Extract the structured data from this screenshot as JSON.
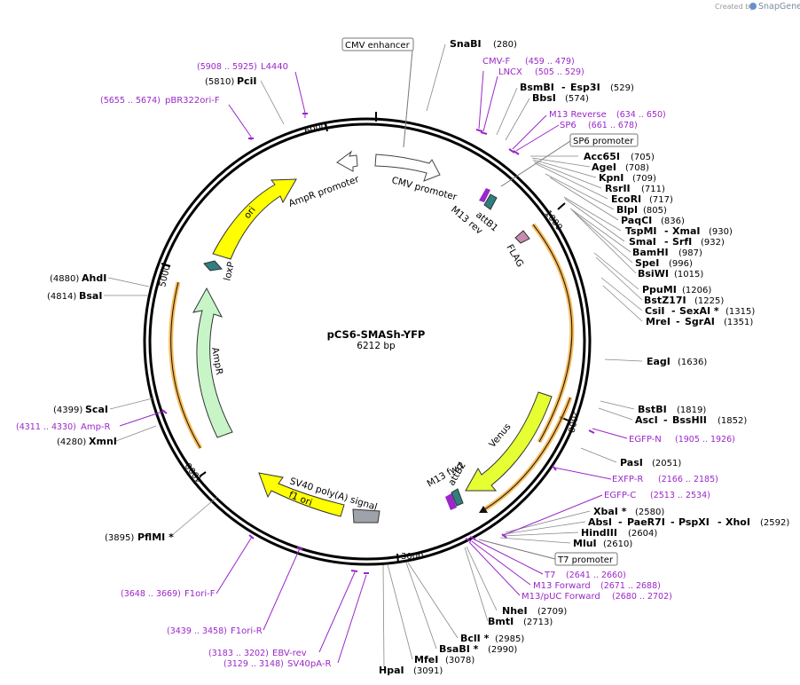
{
  "credit": {
    "prefix": "Created by",
    "brand": "SnapGene"
  },
  "plasmid": {
    "name": "pCS6-SMASh-YFP",
    "size": "6212 bp"
  },
  "ticks": [
    "1000",
    "2000",
    "3000",
    "4000",
    "5000",
    "6000"
  ],
  "boxed_labels": [
    "CMV enhancer",
    "SP6 promoter",
    "T7 promoter"
  ],
  "features": {
    "cmv_promoter": "CMV promoter",
    "ampr_promoter": "AmpR promoter",
    "ori": "ori",
    "loxp": "loxP",
    "ampr": "AmpR",
    "m13_rev": "M13 rev",
    "attb1": "attB1",
    "flag": "FLAG",
    "venus": "Venus",
    "m13_fwd": "M13 fwd",
    "attb2": "attB2",
    "sv40_polya": "SV40 poly(A) signal",
    "f1_ori": "f1 ori"
  },
  "right_enzymes": [
    {
      "name": "SnaBI",
      "pos": "(280)"
    },
    {
      "name": "BsmBI",
      "extra": "Esp3I",
      "pos": "(529)"
    },
    {
      "name": "BbsI",
      "pos": "(574)"
    },
    {
      "name": "Acc65I",
      "pos": "(705)"
    },
    {
      "name": "AgeI",
      "pos": "(708)"
    },
    {
      "name": "KpnI",
      "pos": "(709)"
    },
    {
      "name": "RsrII",
      "pos": "(711)"
    },
    {
      "name": "EcoRI",
      "pos": "(717)"
    },
    {
      "name": "BlpI",
      "pos": "(805)"
    },
    {
      "name": "PaqCI",
      "pos": "(836)"
    },
    {
      "name": "TspMI",
      "extra": "XmaI",
      "pos": "(930)"
    },
    {
      "name": "SmaI",
      "extra": "SrfI",
      "pos": "(932)"
    },
    {
      "name": "BamHI",
      "pos": "(987)"
    },
    {
      "name": "SpeI",
      "pos": "(996)"
    },
    {
      "name": "BsiWI",
      "pos": "(1015)"
    },
    {
      "name": "PpuMI",
      "pos": "(1206)"
    },
    {
      "name": "BstZ17I",
      "pos": "(1225)"
    },
    {
      "name": "CsiI",
      "extra": "SexAI *",
      "pos": "(1315)"
    },
    {
      "name": "MreI",
      "extra": "SgrAI",
      "pos": "(1351)"
    },
    {
      "name": "EagI",
      "pos": "(1636)"
    },
    {
      "name": "BstBI",
      "pos": "(1819)"
    },
    {
      "name": "AscI",
      "extra": "BssHII",
      "pos": "(1852)"
    },
    {
      "name": "PasI",
      "pos": "(2051)"
    },
    {
      "name": "XbaI *",
      "pos": "(2580)"
    },
    {
      "name": "AbsI",
      "extra": "PaeR7I",
      "extra2": "PspXI",
      "extra3": "XhoI",
      "pos": "(2592)"
    },
    {
      "name": "HindIII",
      "pos": "(2604)"
    },
    {
      "name": "MluI",
      "pos": "(2610)"
    },
    {
      "name": "NheI",
      "pos": "(2709)"
    },
    {
      "name": "BmtI",
      "pos": "(2713)"
    },
    {
      "name": "BclI *",
      "pos": "(2985)"
    },
    {
      "name": "BsaBI *",
      "pos": "(2990)"
    },
    {
      "name": "MfeI",
      "pos": "(3078)"
    },
    {
      "name": "HpaI",
      "pos": "(3091)"
    }
  ],
  "left_enzymes": [
    {
      "name": "PciI",
      "pos": "(5810)"
    },
    {
      "name": "AhdI",
      "pos": "(4880)"
    },
    {
      "name": "BsaI",
      "pos": "(4814)"
    },
    {
      "name": "ScaI",
      "pos": "(4399)"
    },
    {
      "name": "XmnI",
      "pos": "(4280)"
    },
    {
      "name": "PflMI *",
      "pos": "(3895)"
    }
  ],
  "primers": [
    {
      "name": "L4440",
      "range": "(5908 .. 5925)"
    },
    {
      "name": "pBR322ori-F",
      "range": "(5655 .. 5674)"
    },
    {
      "name": "CMV-F",
      "range": "(459 .. 479)"
    },
    {
      "name": "LNCX",
      "range": "(505 .. 529)"
    },
    {
      "name": "M13 Reverse",
      "range": "(634 .. 650)"
    },
    {
      "name": "SP6",
      "range": "(661 .. 678)"
    },
    {
      "name": "EGFP-N",
      "range": "(1905 .. 1926)"
    },
    {
      "name": "EXFP-R",
      "range": "(2166 .. 2185)"
    },
    {
      "name": "EGFP-C",
      "range": "(2513 .. 2534)"
    },
    {
      "name": "T7",
      "range": "(2641 .. 2660)"
    },
    {
      "name": "M13 Forward",
      "range": "(2671 .. 2688)"
    },
    {
      "name": "M13/pUC Forward",
      "range": "(2680 .. 2702)"
    },
    {
      "name": "Amp-R",
      "range": "(4311 .. 4330)"
    },
    {
      "name": "F1ori-F",
      "range": "(3648 .. 3669)"
    },
    {
      "name": "F1ori-R",
      "range": "(3439 .. 3458)"
    },
    {
      "name": "EBV-rev",
      "range": "(3183 .. 3202)"
    },
    {
      "name": "SV40pA-R",
      "range": "(3129 .. 3148)"
    }
  ],
  "colors": {
    "primer": "#9a27c9",
    "orf": "#f5a623",
    "ori_fill": "#ffff00",
    "ampr_fill": "#c8f5c8",
    "venus_fill": "#e6ff33",
    "polya_fill": "#9ea3ab",
    "loxp_fill": "#2f7f80",
    "flag_fill": "#c98ab0"
  }
}
